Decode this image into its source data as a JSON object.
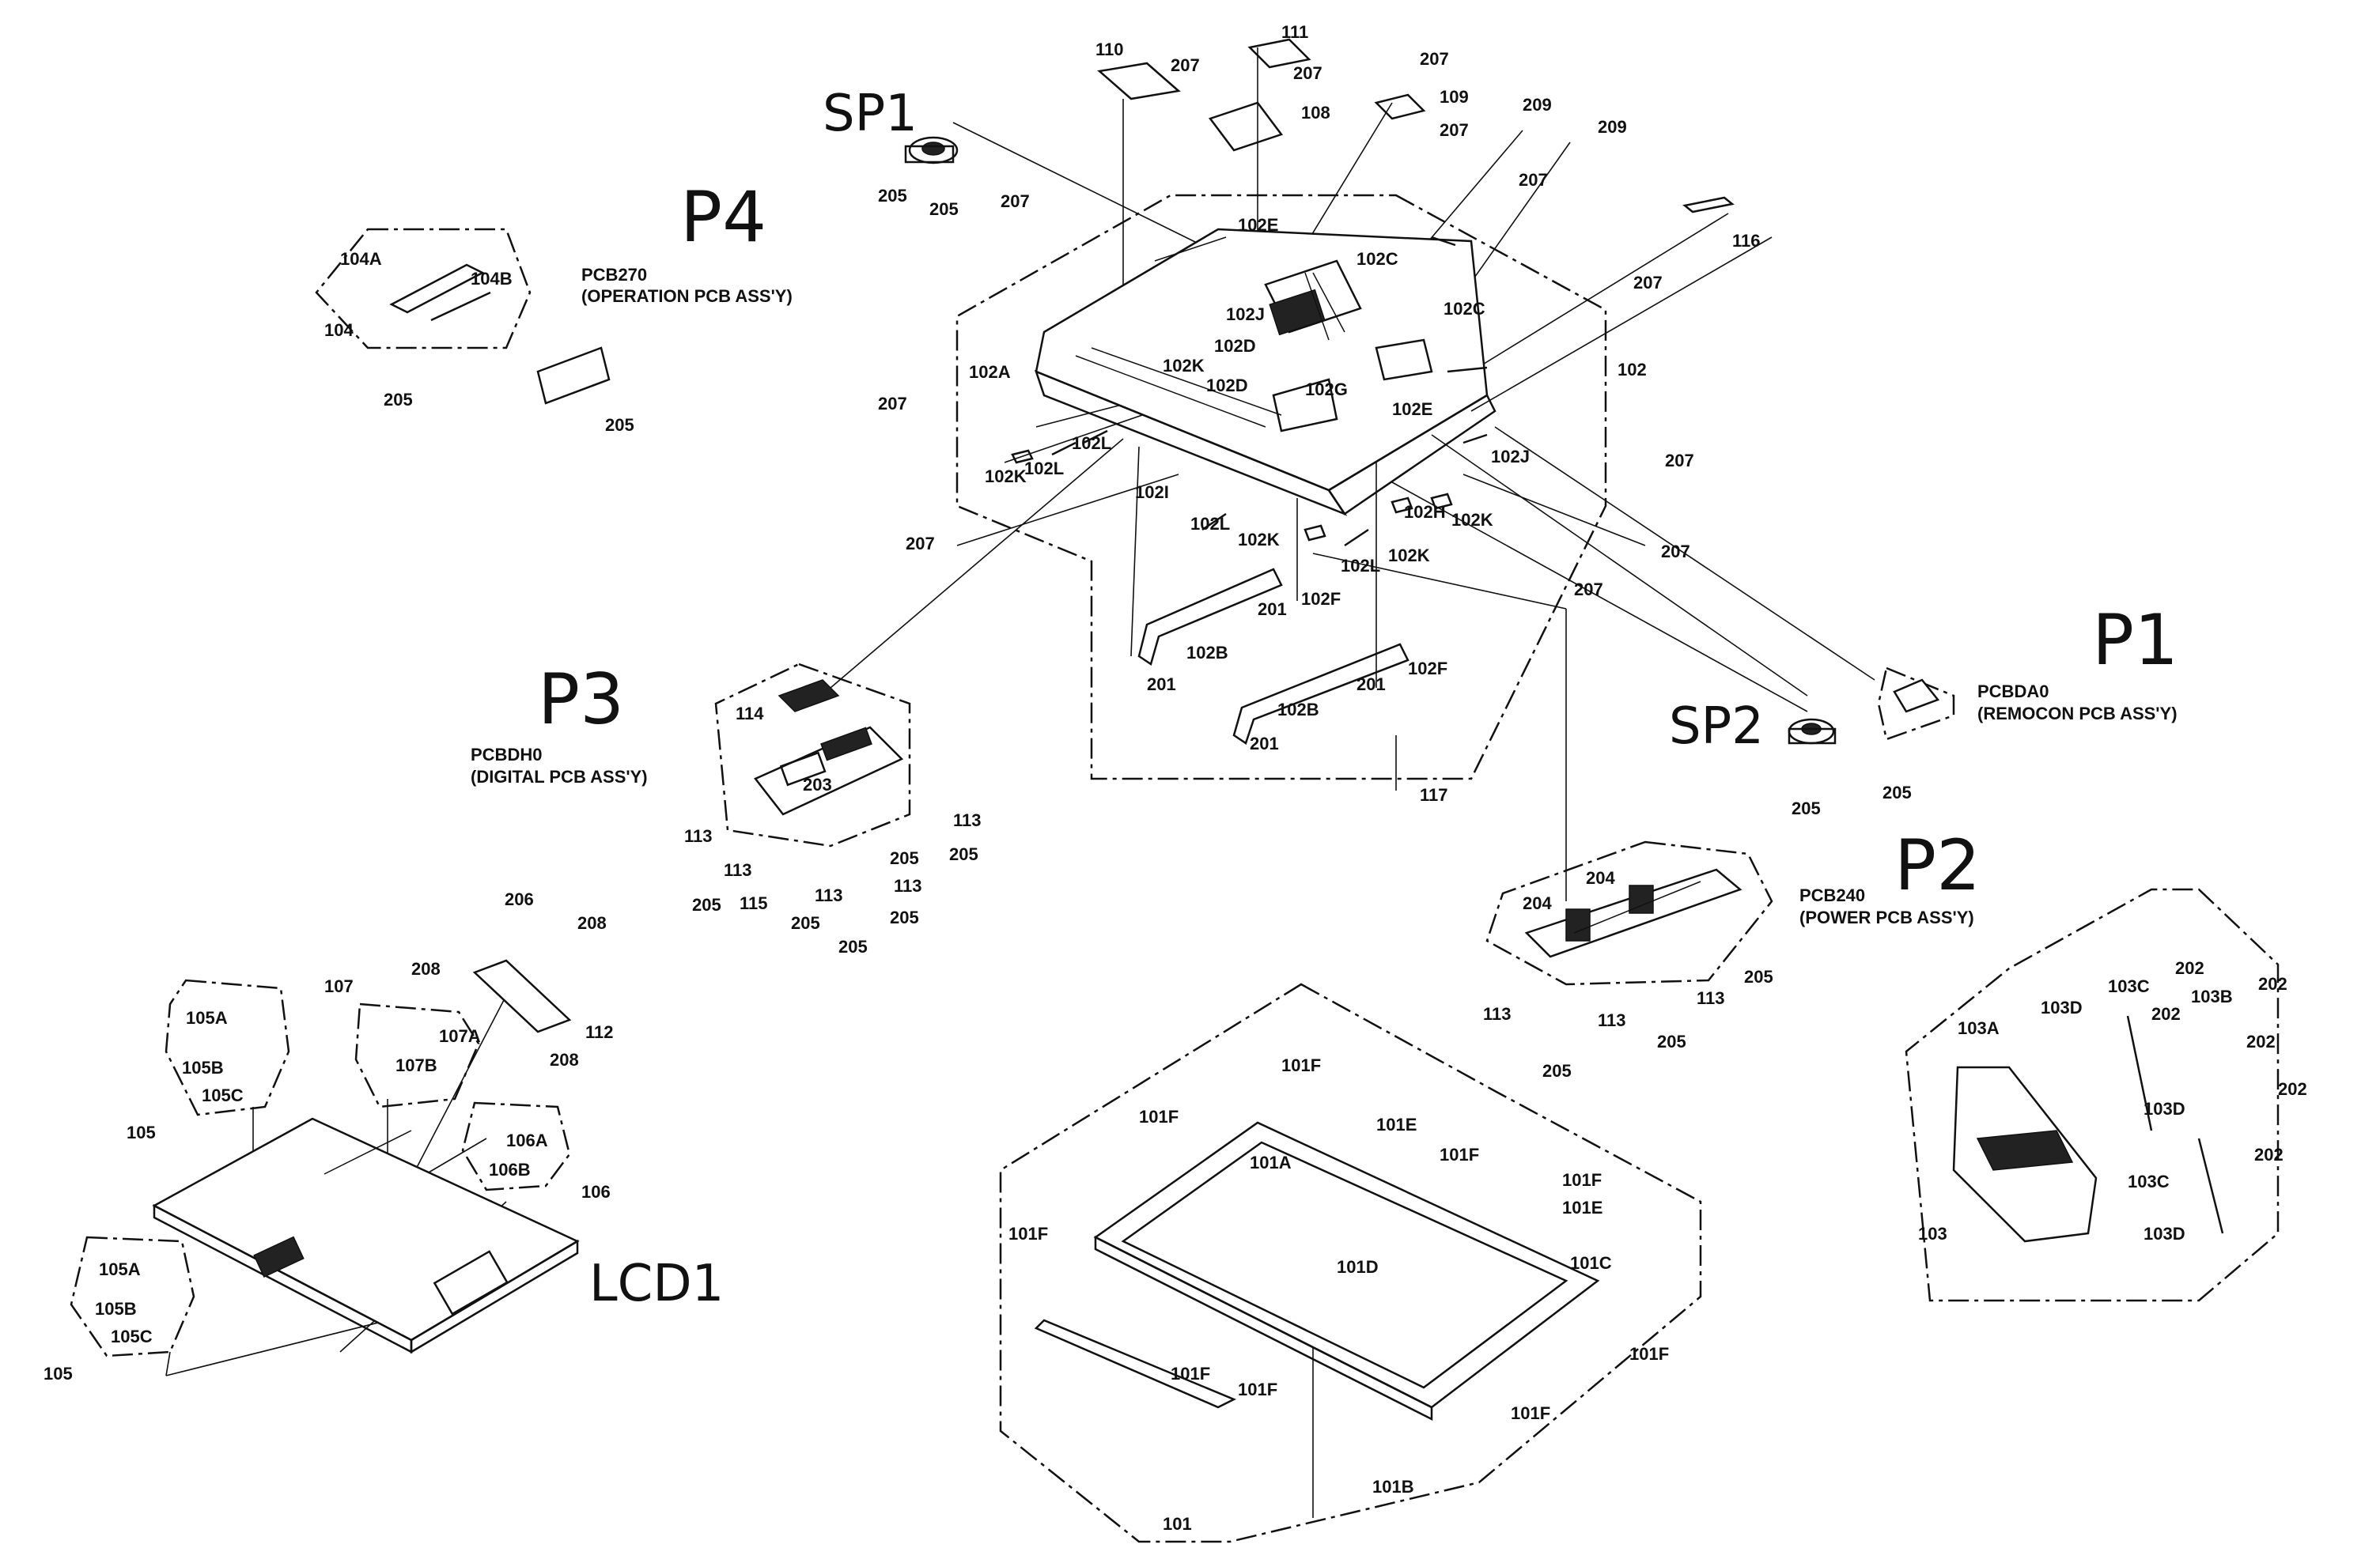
{
  "sections": {
    "sp1": "SP1",
    "p4": "P4",
    "p3": "P3",
    "p1": "P1",
    "sp2": "SP2",
    "p2": "P2",
    "lcd1": "LCD1"
  },
  "pcbs": {
    "pcb270_code": "PCB270",
    "pcb270_name": "(OPERATION  PCB ASS'Y)",
    "pcbdh0_code": "PCBDH0",
    "pcbdh0_name": "(DIGITAL PCB ASS'Y)",
    "pcbda0_code": "PCBDA0",
    "pcbda0_name": "(REMOCON PCB ASS'Y)",
    "pcb240_code": "PCB240",
    "pcb240_name": "(POWER PCB ASS'Y)"
  },
  "labels": {
    "l110": "110",
    "l111": "111",
    "l207a": "207",
    "l207b": "207",
    "l207c": "207",
    "l108": "108",
    "l109": "109",
    "l209a": "209",
    "l209b": "209",
    "l207d": "207",
    "l207e": "207",
    "l205sp1a": "205",
    "l205sp1b": "205",
    "l207f": "207",
    "l102e_top": "102E",
    "l102c_top": "102C",
    "l116": "116",
    "l207g": "207",
    "l102j_top": "102J",
    "l102d_a": "102D",
    "l102k_a": "102K",
    "l102d_b": "102D",
    "l102g": "102G",
    "l102c_mid": "102C",
    "l102a": "102A",
    "l102e_mid": "102E",
    "l102": "102",
    "l207h": "207",
    "l102l_a": "102L",
    "l102l_b": "102L",
    "l102k_b": "102K",
    "l102j_mid": "102J",
    "l207i": "207",
    "l102i": "102I",
    "l102h": "102H",
    "l102k_c": "102K",
    "l207j": "207",
    "l102l_c": "102L",
    "l102k_d": "102K",
    "l102l_d": "102L",
    "l102k_e": "102K",
    "l207k": "207",
    "l207l": "207",
    "l201a": "201",
    "l102f_a": "102F",
    "l102b_a": "102B",
    "l201b": "201",
    "l201c": "201",
    "l102f_b": "102F",
    "l102b_b": "102B",
    "l201d": "201",
    "l117": "117",
    "l104a": "104A",
    "l104b": "104B",
    "l104": "104",
    "l205p4a": "205",
    "l205p4b": "205",
    "l114": "114",
    "l203": "203",
    "l113a": "113",
    "l113b": "113",
    "l113c": "113",
    "l113d": "113",
    "l113e": "113",
    "l205p3a": "205",
    "l205p3b": "205",
    "l205p3c": "205",
    "l205p3d": "205",
    "l205p3e": "205",
    "l205p3f": "205",
    "l115": "115",
    "l205sp2": "205",
    "l205p1": "205",
    "l204a": "204",
    "l204b": "204",
    "l205p2a": "205",
    "l113p2a": "113",
    "l113p2b": "113",
    "l113p2c": "113",
    "l205p2b": "205",
    "l205p2c": "205",
    "l206": "206",
    "l208a": "208",
    "l112": "112",
    "l107": "107",
    "l208b": "208",
    "l107a": "107A",
    "l107b": "107B",
    "l105a_1": "105A",
    "l105b_1": "105B",
    "l105c_1": "105C",
    "l105_1": "105",
    "l208c": "208",
    "l106a": "106A",
    "l106b": "106B",
    "l106": "106",
    "l105a_2": "105A",
    "l105b_2": "105B",
    "l105c_2": "105C",
    "l105_2": "105",
    "l101f_a": "101F",
    "l101f_b": "101F",
    "l101e_a": "101E",
    "l101f_c": "101F",
    "l101f_d": "101F",
    "l101a": "101A",
    "l101e_b": "101E",
    "l101f_e": "101F",
    "l101d": "101D",
    "l101c": "101C",
    "l101f_f": "101F",
    "l101f_g": "101F",
    "l101f_h": "101F",
    "l101f_i": "101F",
    "l101b": "101B",
    "l101": "101",
    "l202a": "202",
    "l202b": "202",
    "l103c_a": "103C",
    "l103b": "103B",
    "l103d_a": "103D",
    "l202c": "202",
    "l103a": "103A",
    "l202d": "202",
    "l202e": "202",
    "l103d_b": "103D",
    "l103c_b": "103C",
    "l202f": "202",
    "l103d_c": "103D",
    "l103": "103"
  }
}
